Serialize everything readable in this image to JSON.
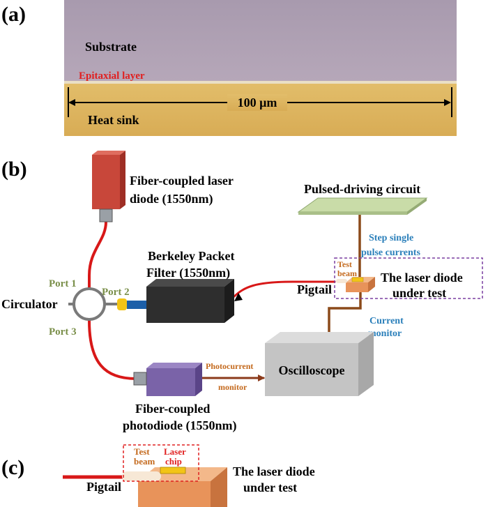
{
  "panels": {
    "a": "(a)",
    "b": "(b)",
    "c": "(c)"
  },
  "a": {
    "substrate": "Substrate",
    "epitaxial": "Epitaxial layer",
    "heat_sink": "Heat sink",
    "scale": "100 μm"
  },
  "b": {
    "laser_line1": "Fiber-coupled laser",
    "laser_line2": "diode (1550nm)",
    "pulsed": "Pulsed-driving circuit",
    "step_line1": "Step single",
    "step_line2": "pulse currents",
    "bpf_line1": "Berkeley Packet",
    "bpf_line2": "Filter (1550nm)",
    "port1": "Port 1",
    "port2": "Port 2",
    "port3": "Port 3",
    "circulator": "Circulator",
    "test": "Test",
    "beam": "beam",
    "pigtail": "Pigtail",
    "dut_line1": "The laser diode",
    "dut_line2": "under test",
    "current": "Current",
    "monitor": "monitor",
    "oscilloscope": "Oscilloscope",
    "photocurrent": "Photocurrent",
    "pc_monitor": "monitor",
    "pd_line1": "Fiber-coupled",
    "pd_line2": "photodiode (1550nm)"
  },
  "c": {
    "test": "Test",
    "beam": "beam",
    "laser": "Laser",
    "chip": "chip",
    "pigtail": "Pigtail",
    "dut_line1": "The laser diode",
    "dut_line2": "under test"
  }
}
